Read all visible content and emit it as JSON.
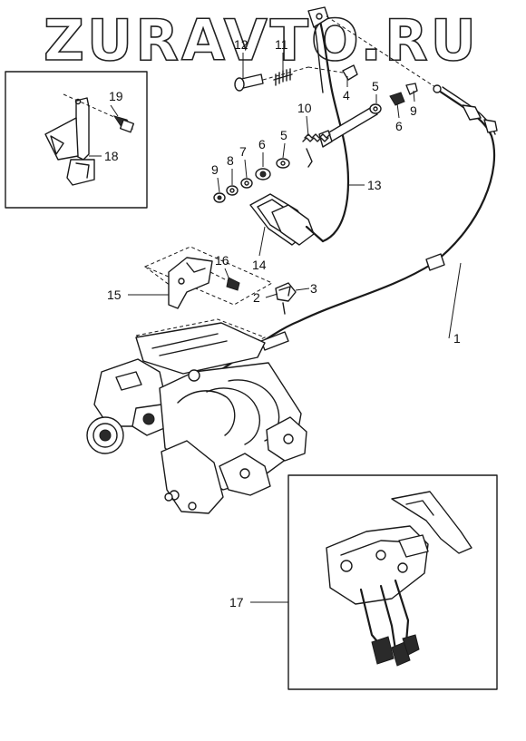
{
  "watermark": "ZURAVTO.RU",
  "callouts": [
    {
      "id": "c1",
      "label": "1"
    },
    {
      "id": "c2",
      "label": "2"
    },
    {
      "id": "c3",
      "label": "3"
    },
    {
      "id": "c4",
      "label": "4"
    },
    {
      "id": "c5a",
      "label": "5"
    },
    {
      "id": "c5b",
      "label": "5"
    },
    {
      "id": "c6a",
      "label": "6"
    },
    {
      "id": "c6b",
      "label": "6"
    },
    {
      "id": "c7",
      "label": "7"
    },
    {
      "id": "c8",
      "label": "8"
    },
    {
      "id": "c9a",
      "label": "9"
    },
    {
      "id": "c9b",
      "label": "9"
    },
    {
      "id": "c10",
      "label": "10"
    },
    {
      "id": "c11",
      "label": "11"
    },
    {
      "id": "c12",
      "label": "12"
    },
    {
      "id": "c13",
      "label": "13"
    },
    {
      "id": "c14",
      "label": "14"
    },
    {
      "id": "c15",
      "label": "15"
    },
    {
      "id": "c16",
      "label": "16"
    },
    {
      "id": "c17",
      "label": "17"
    },
    {
      "id": "c18",
      "label": "18"
    },
    {
      "id": "c19",
      "label": "19"
    }
  ]
}
